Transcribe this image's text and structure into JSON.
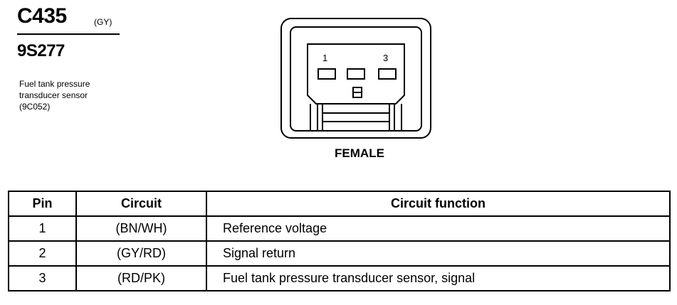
{
  "connector": {
    "id": "C435",
    "color_code": "(GY)",
    "part_number": "9S277",
    "description_lines": [
      "Fuel tank pressure",
      "transducer sensor",
      "(9C052)"
    ],
    "pin_labels": [
      "1",
      "3"
    ],
    "gender": "FEMALE"
  },
  "table": {
    "headers": [
      "Pin",
      "Circuit",
      "Circuit function"
    ],
    "rows": [
      {
        "pin": "1",
        "circuit": "(BN/WH)",
        "function": "Reference voltage"
      },
      {
        "pin": "2",
        "circuit": "(GY/RD)",
        "function": "Signal return"
      },
      {
        "pin": "3",
        "circuit": "(RD/PK)",
        "function": "Fuel tank pressure transducer sensor, signal"
      }
    ]
  }
}
